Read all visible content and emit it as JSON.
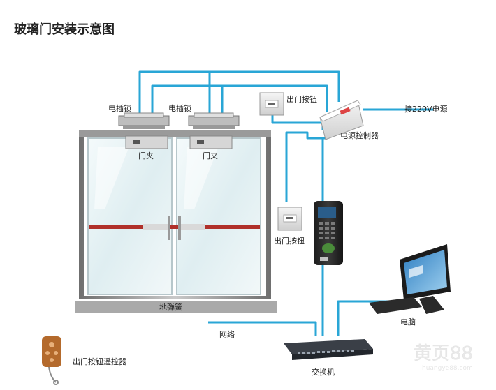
{
  "title": "玻璃门安装示意图",
  "labels": {
    "lock_left": "电插锁",
    "lock_right": "电插锁",
    "clip_left": "门夹",
    "clip_right": "门夹",
    "exit_button_top": "出门按钮",
    "exit_button_side": "出门按钮",
    "power_in": "接220V电源",
    "power_controller": "电源控制器",
    "floor_spring": "地弹簧",
    "network": "网络",
    "computer": "电脑",
    "switch": "交换机",
    "remote": "出门按钮遥控器"
  },
  "watermark": {
    "logo": "黄页88",
    "url": "huangye88.com"
  },
  "colors": {
    "wire": "#29a6d6",
    "door_frame": "#8c8c8c",
    "glass": "#e8f2f4",
    "floor_bar": "#a9a9a9",
    "handle_bar": "#b0302a"
  }
}
